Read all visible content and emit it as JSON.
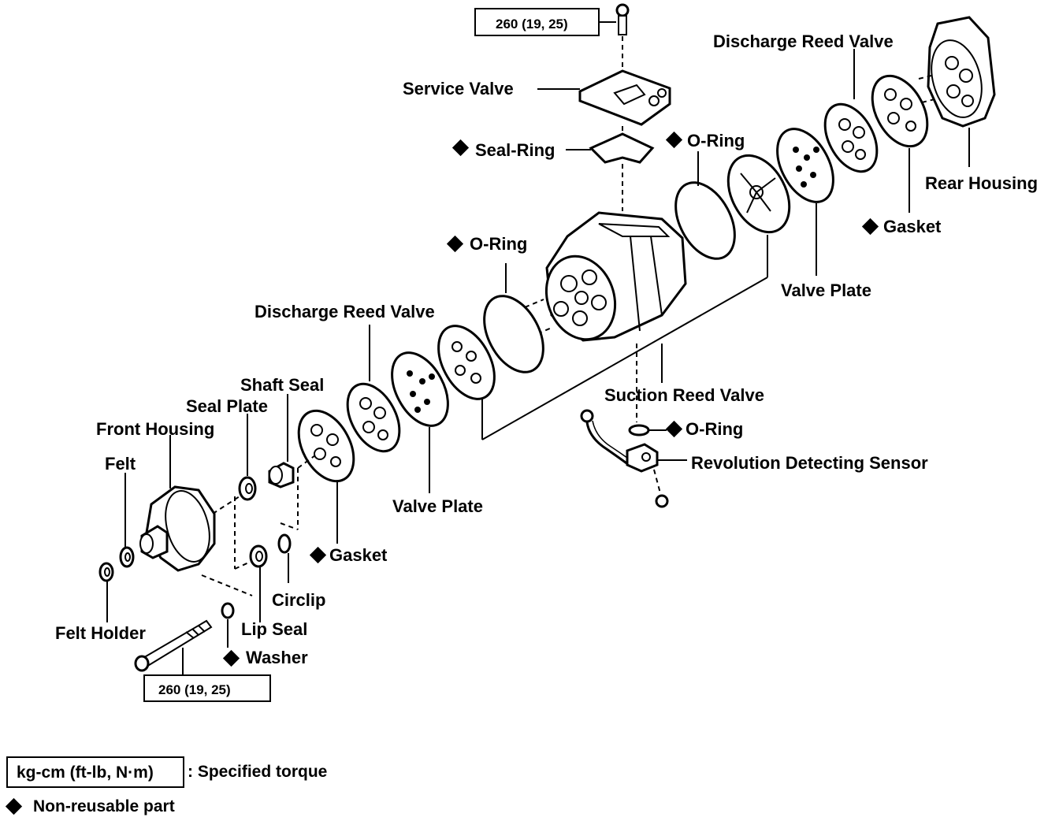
{
  "labels": {
    "service_valve": "Service Valve",
    "seal_ring": "Seal-Ring",
    "o_ring_top": "O-Ring",
    "discharge_reed_valve_top": "Discharge Reed Valve",
    "rear_housing": "Rear Housing",
    "gasket_rear": "Gasket",
    "valve_plate_rear": "Valve Plate",
    "o_ring_mid": "O-Ring",
    "discharge_reed_valve_mid": "Discharge Reed Valve",
    "suction_reed_valve": "Suction Reed Valve",
    "o_ring_sensor": "O-Ring",
    "revolution_sensor": "Revolution Detecting Sensor",
    "shaft_seal": "Shaft Seal",
    "seal_plate": "Seal Plate",
    "front_housing": "Front Housing",
    "felt": "Felt",
    "valve_plate_front": "Valve Plate",
    "gasket_front": "Gasket",
    "circlip": "Circlip",
    "felt_holder": "Felt Holder",
    "lip_seal": "Lip Seal",
    "washer": "Washer"
  },
  "torques": {
    "top": "260 (19, 25)",
    "bottom": "260 (19, 25)"
  },
  "legend": {
    "torque_box": "kg-cm (ft-lb, N·m)",
    "torque_text": ": Specified torque",
    "nonreusable_text": "Non-reusable part"
  }
}
